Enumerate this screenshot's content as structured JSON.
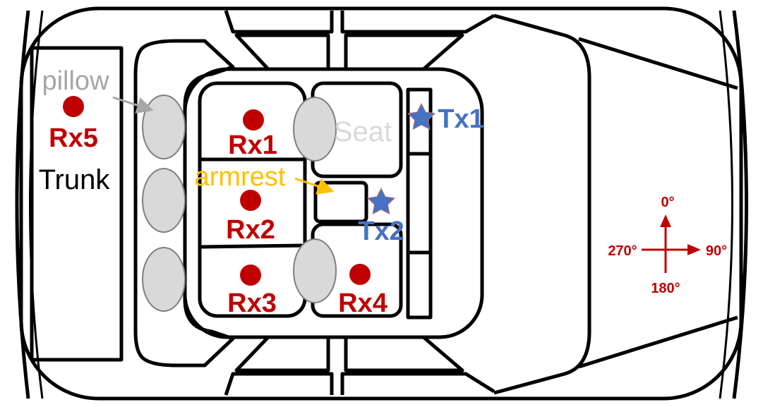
{
  "title": "In-car transmitter and receiver placement",
  "labels": {
    "pillow": "pillow",
    "trunk": "Trunk",
    "seat": "Seat",
    "armrest": "armrest"
  },
  "receivers": [
    {
      "id": "Rx1"
    },
    {
      "id": "Rx2"
    },
    {
      "id": "Rx3"
    },
    {
      "id": "Rx4"
    },
    {
      "id": "Rx5"
    }
  ],
  "transmitters": [
    {
      "id": "Tx1"
    },
    {
      "id": "Tx2"
    }
  ],
  "compass": {
    "north": "0°",
    "east": "90°",
    "south": "180°",
    "west": "270°"
  },
  "colors": {
    "receiver": "#c00000",
    "transmitter": "#4472c4",
    "armrest_text": "#ffc000",
    "armrest_fill": "#fde29a",
    "pillow_fill": "#d9d9d9",
    "pillow_text": "#a6a6a6"
  }
}
